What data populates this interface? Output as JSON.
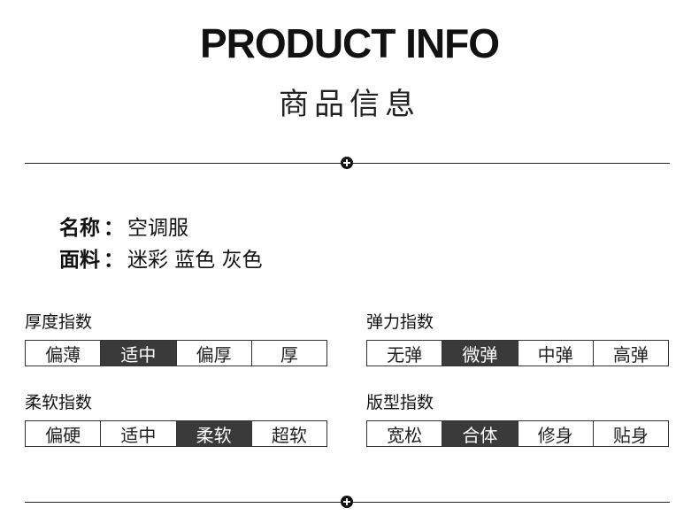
{
  "header": {
    "title_en": "PRODUCT INFO",
    "title_cn": "商品信息"
  },
  "info": {
    "name_label": "名称",
    "name_value": "空调服",
    "fabric_label": "面料",
    "fabric_value": "迷彩 蓝色 灰色",
    "colon": "："
  },
  "indices": [
    {
      "title": "厚度指数",
      "options": [
        "偏薄",
        "适中",
        "偏厚",
        "厚"
      ],
      "selected": 1
    },
    {
      "title": "弹力指数",
      "options": [
        "无弹",
        "微弹",
        "中弹",
        "高弹"
      ],
      "selected": 1
    },
    {
      "title": "柔软指数",
      "options": [
        "偏硬",
        "适中",
        "柔软",
        "超软"
      ],
      "selected": 2
    },
    {
      "title": "版型指数",
      "options": [
        "宽松",
        "合体",
        "修身",
        "贴身"
      ],
      "selected": 1
    }
  ]
}
